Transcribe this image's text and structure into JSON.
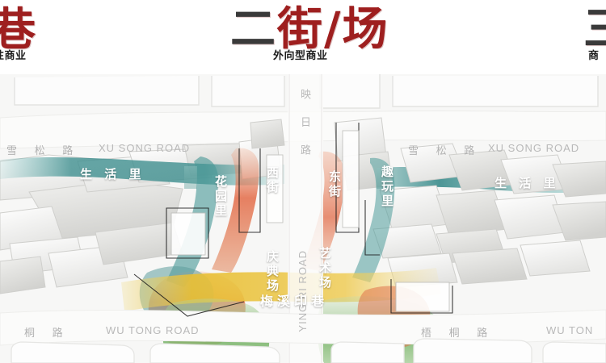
{
  "header": {
    "title_left": "巷",
    "title_center_dark": "二",
    "title_center_red": "街/场",
    "title_right": "三",
    "sub_left": "性商业",
    "sub_center": "外向型商业",
    "sub_right": "商"
  },
  "map": {
    "roads": {
      "xu_song_cn_left": "雪 松 路",
      "xu_song_en_left": "XU SONG ROAD",
      "xu_song_cn_right": "雪 松 路",
      "xu_song_en_right": "XU SONG ROAD",
      "wu_tong_cn_left": "桐 路",
      "wu_tong_en_left": "WU TONG ROAD",
      "wu_tong_cn_right": "梧 桐 路",
      "wu_tong_en_right": "WU TON",
      "ying_ri_cn": "映 日 路",
      "ying_ri_en": "YING RI ROAD"
    },
    "zones": [
      {
        "key": "sheng_huo_li_left",
        "label": "生 活 里",
        "color": "#3c8f8f"
      },
      {
        "key": "sheng_huo_li_right",
        "label": "生 活 里",
        "color": "#3c8f8f"
      },
      {
        "key": "hua_yuan_li",
        "label": "花园里",
        "color": "#3e8d8d"
      },
      {
        "key": "xi_jie",
        "label": "西街",
        "color": "#e2633a"
      },
      {
        "key": "dong_jie",
        "label": "东街",
        "color": "#e2633a"
      },
      {
        "key": "qu_wan_li",
        "label": "趣玩里",
        "color": "#4a9494"
      },
      {
        "key": "mei_xi_yin_xiang",
        "label": "梅溪印巷",
        "color": "#e8c23c"
      },
      {
        "key": "qing_dian_chang",
        "label": "庆典场",
        "color": "#67a85a"
      },
      {
        "key": "yi_shu_chang",
        "label": "艺术场",
        "color": "#67a85a"
      }
    ],
    "colors": {
      "title_red": "#9e1f1f",
      "teal": "#3f8f8f",
      "orange": "#e2633a",
      "yellow": "#e8c23c",
      "green": "#6fae60",
      "road_text": "#b9b9b9",
      "background": "#f6f6f5"
    }
  }
}
